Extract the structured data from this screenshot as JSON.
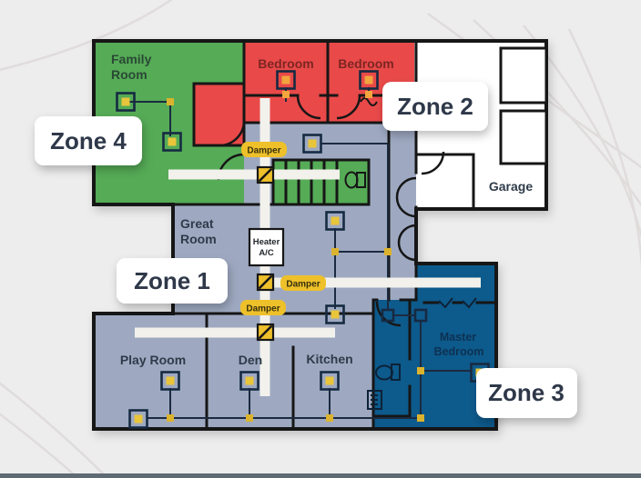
{
  "page": {
    "background_color": "#ededed",
    "accent_line_color": "#e0dcdc",
    "bottom_bar_color": "#5f6a73"
  },
  "zones": {
    "zone1": {
      "label": "Zone 1",
      "color": "#9ea9c1",
      "rooms": [
        "Great Room",
        "Play Room",
        "Den",
        "Kitchen"
      ]
    },
    "zone2": {
      "label": "Zone 2",
      "color": "#e94848",
      "rooms": [
        "Bedroom",
        "Bedroom"
      ]
    },
    "zone3": {
      "label": "Zone 3",
      "color": "#115a8c",
      "rooms": [
        "Master Bedroom"
      ]
    },
    "zone4": {
      "label": "Zone 4",
      "color": "#55ab56",
      "rooms": [
        "Family Room"
      ]
    }
  },
  "rooms": {
    "family_room": {
      "line1": "Family",
      "line2": "Room"
    },
    "bedroom_1": {
      "label": "Bedroom"
    },
    "bedroom_2": {
      "label": "Bedroom"
    },
    "garage": {
      "label": "Garage"
    },
    "great_room": {
      "line1": "Great",
      "line2": "Room"
    },
    "play_room": {
      "label": "Play Room"
    },
    "den": {
      "label": "Den"
    },
    "kitchen": {
      "label": "Kitchen"
    },
    "master_bedroom": {
      "line1": "Master",
      "line2": "Bedroom"
    }
  },
  "equipment": {
    "heater": {
      "line1": "Heater",
      "line2": "A/C"
    },
    "damper_label": "Damper",
    "colors": {
      "duct": "#f2f1ec",
      "damper": "#eec02b",
      "sensor": "#e8c53b",
      "sensor_alt": "#f2a43c",
      "junction": "#dcb32e",
      "wire": "#1b2c40",
      "wall": "#191919",
      "garage_fill": "#ffffff"
    }
  }
}
